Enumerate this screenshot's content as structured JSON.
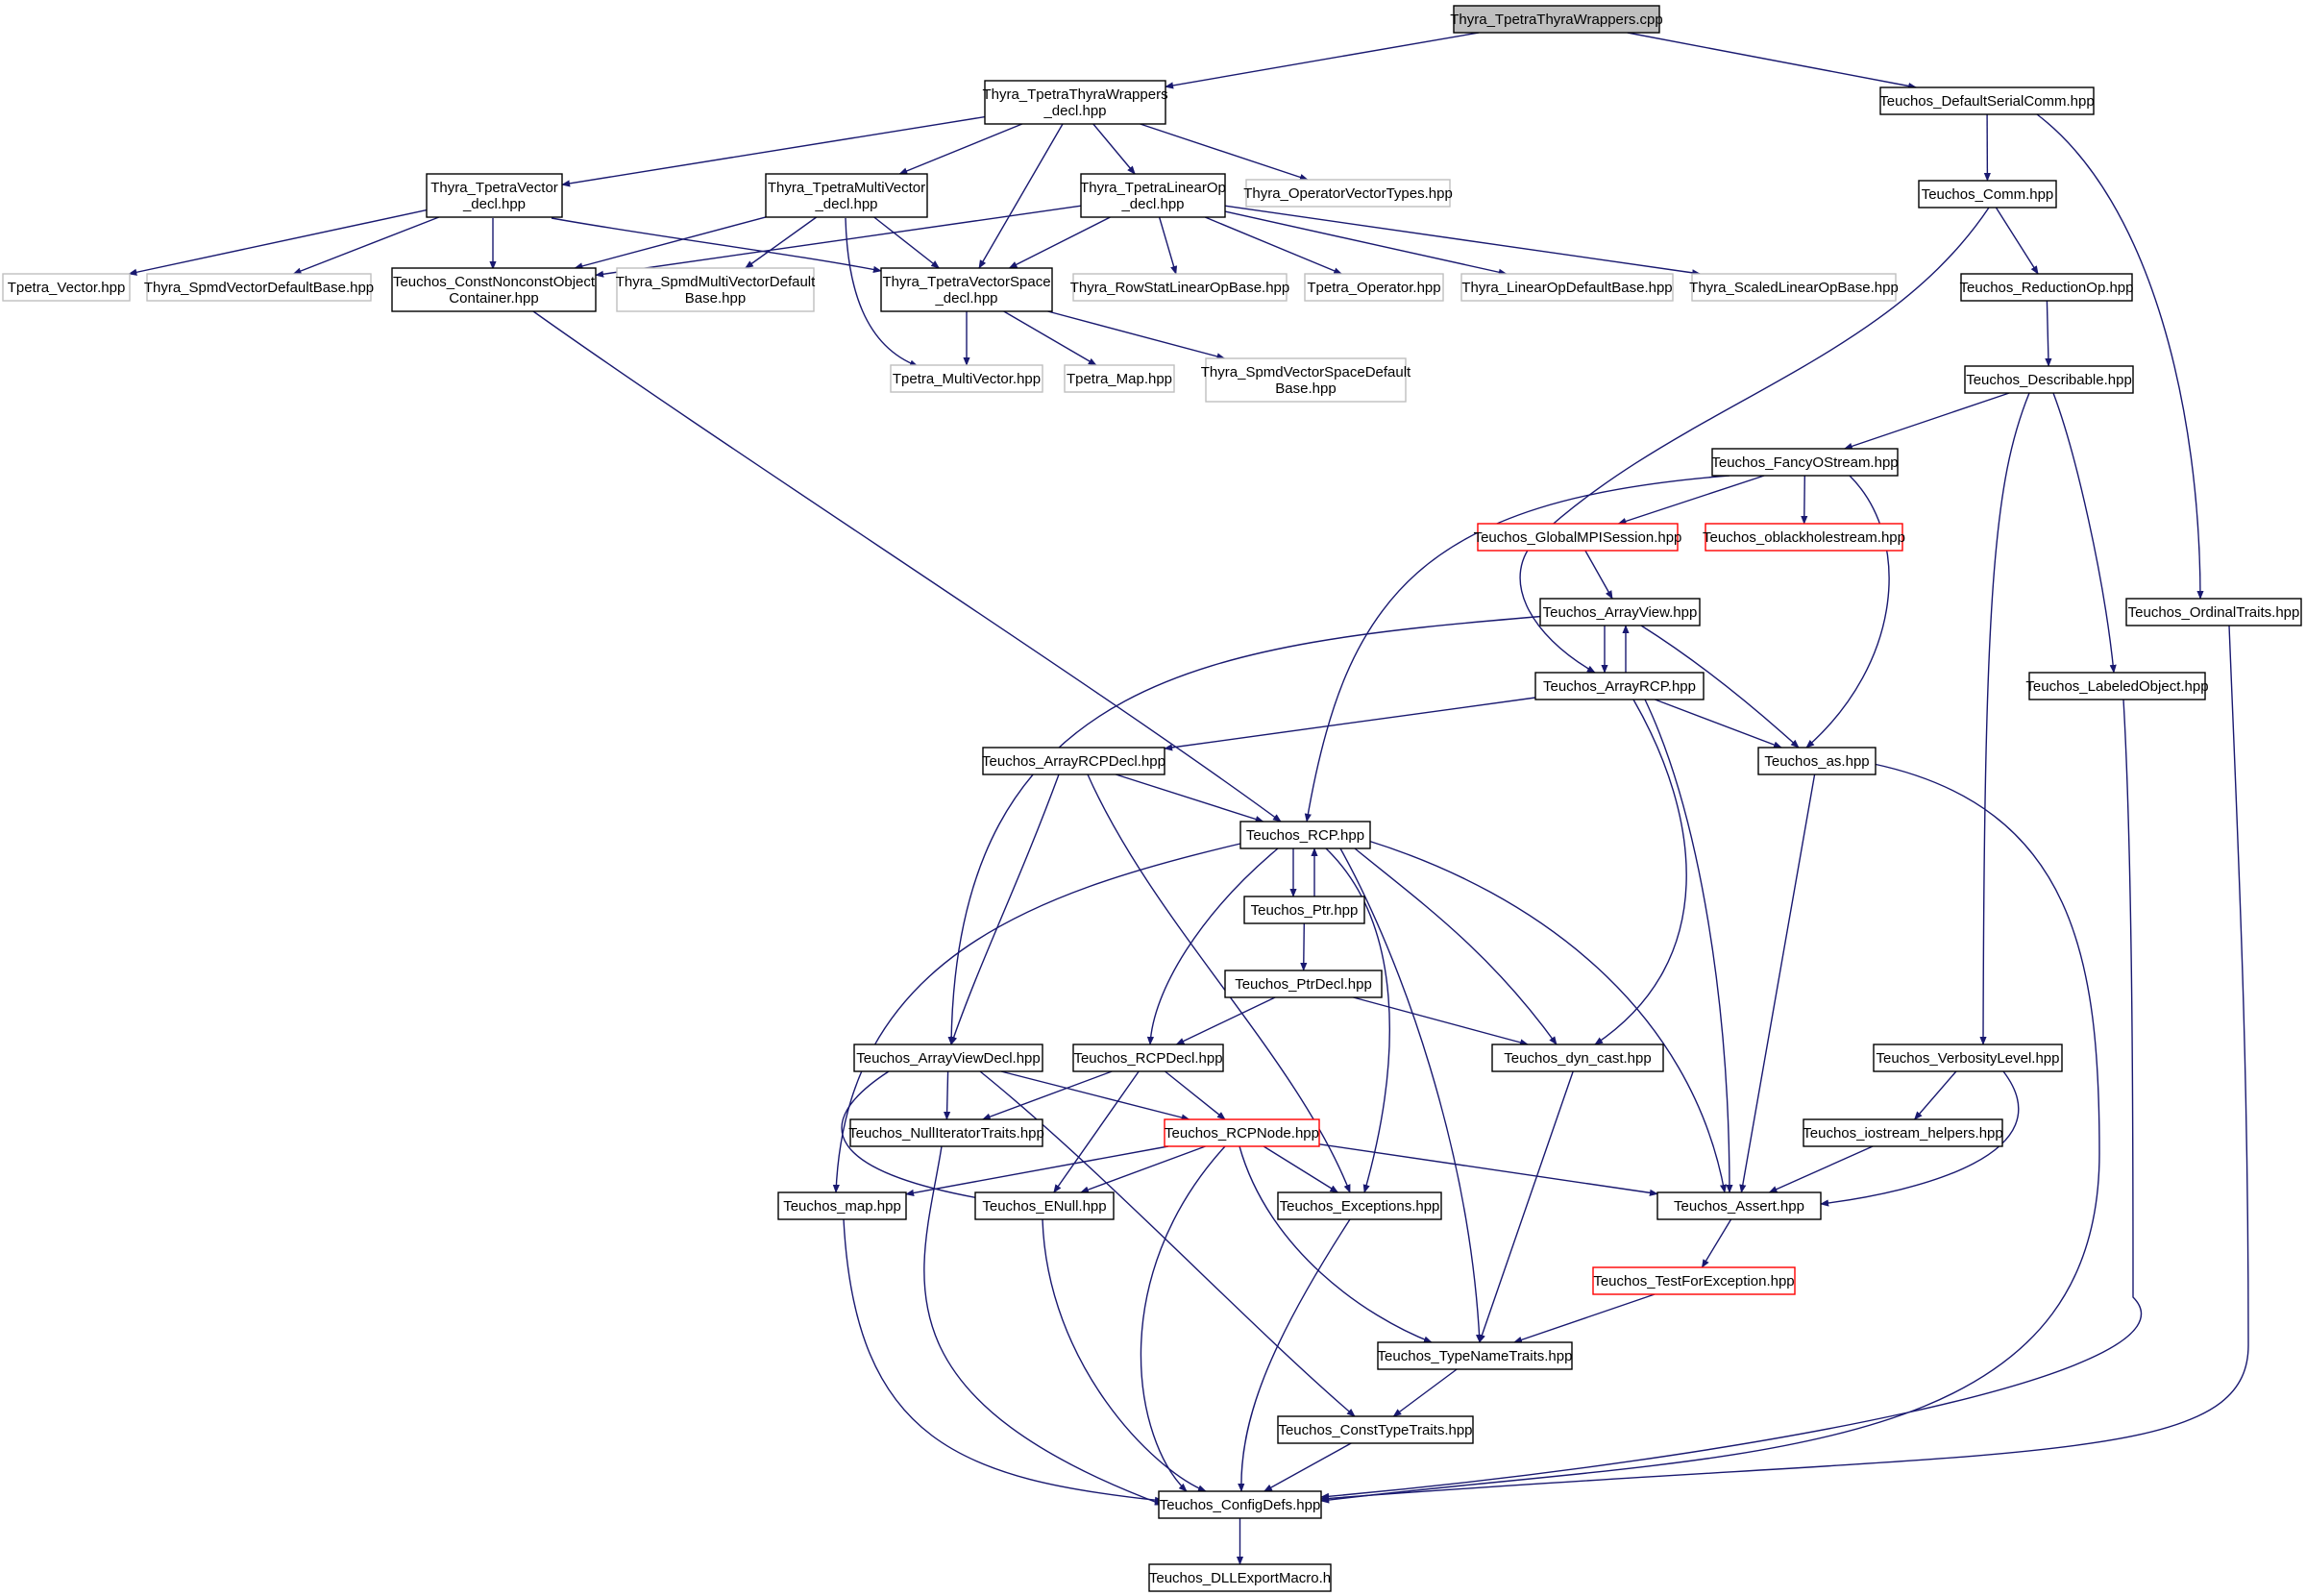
{
  "colors": {
    "edge": "#191970",
    "node_border": "#000000",
    "node_external_border": "#bfbfbf",
    "node_truncated_border": "#ff0000",
    "root_fill": "#bfbfbf",
    "node_fill": "#ffffff"
  },
  "nodes": {
    "root": {
      "lines": [
        "Thyra_TpetraThyraWrappers.cpp"
      ],
      "kind": "root"
    },
    "wrappers_decl": {
      "lines": [
        "Thyra_TpetraThyraWrappers",
        "_decl.hpp"
      ],
      "kind": "normal"
    },
    "default_serial_comm": {
      "lines": [
        "Teuchos_DefaultSerialComm.hpp"
      ],
      "kind": "normal"
    },
    "tpetra_vector_decl": {
      "lines": [
        "Thyra_TpetraVector",
        "_decl.hpp"
      ],
      "kind": "normal"
    },
    "tpetra_multivector_decl": {
      "lines": [
        "Thyra_TpetraMultiVector",
        "_decl.hpp"
      ],
      "kind": "normal"
    },
    "tpetra_linearop_decl": {
      "lines": [
        "Thyra_TpetraLinearOp",
        "_decl.hpp"
      ],
      "kind": "normal"
    },
    "operator_vector_types": {
      "lines": [
        "Thyra_OperatorVectorTypes.hpp"
      ],
      "kind": "external"
    },
    "comm": {
      "lines": [
        "Teuchos_Comm.hpp"
      ],
      "kind": "normal"
    },
    "tpetra_vector": {
      "lines": [
        "Tpetra_Vector.hpp"
      ],
      "kind": "external"
    },
    "spmd_vector_default_base": {
      "lines": [
        "Thyra_SpmdVectorDefaultBase.hpp"
      ],
      "kind": "external"
    },
    "const_nonconst_object_container": {
      "lines": [
        "Teuchos_ConstNonconstObject",
        "Container.hpp"
      ],
      "kind": "normal"
    },
    "spmd_multivector_default_base": {
      "lines": [
        "Thyra_SpmdMultiVectorDefault",
        "Base.hpp"
      ],
      "kind": "external"
    },
    "tpetra_vectorspace_decl": {
      "lines": [
        "Thyra_TpetraVectorSpace",
        "_decl.hpp"
      ],
      "kind": "normal"
    },
    "rowstat_linearop_base": {
      "lines": [
        "Thyra_RowStatLinearOpBase.hpp"
      ],
      "kind": "external"
    },
    "tpetra_operator": {
      "lines": [
        "Tpetra_Operator.hpp"
      ],
      "kind": "external"
    },
    "linearop_default_base": {
      "lines": [
        "Thyra_LinearOpDefaultBase.hpp"
      ],
      "kind": "external"
    },
    "scaled_linearop_base": {
      "lines": [
        "Thyra_ScaledLinearOpBase.hpp"
      ],
      "kind": "external"
    },
    "reduction_op": {
      "lines": [
        "Teuchos_ReductionOp.hpp"
      ],
      "kind": "normal"
    },
    "tpetra_multivector": {
      "lines": [
        "Tpetra_MultiVector.hpp"
      ],
      "kind": "external"
    },
    "tpetra_map": {
      "lines": [
        "Tpetra_Map.hpp"
      ],
      "kind": "external"
    },
    "spmd_vectorspace_default_base": {
      "lines": [
        "Thyra_SpmdVectorSpaceDefault",
        "Base.hpp"
      ],
      "kind": "external"
    },
    "describable": {
      "lines": [
        "Teuchos_Describable.hpp"
      ],
      "kind": "normal"
    },
    "fancy_ostream": {
      "lines": [
        "Teuchos_FancyOStream.hpp"
      ],
      "kind": "normal"
    },
    "global_mpi_session": {
      "lines": [
        "Teuchos_GlobalMPISession.hpp"
      ],
      "kind": "truncated"
    },
    "oblackholestream": {
      "lines": [
        "Teuchos_oblackholestream.hpp"
      ],
      "kind": "truncated"
    },
    "array_view": {
      "lines": [
        "Teuchos_ArrayView.hpp"
      ],
      "kind": "normal"
    },
    "ordinal_traits": {
      "lines": [
        "Teuchos_OrdinalTraits.hpp"
      ],
      "kind": "normal"
    },
    "array_rcp": {
      "lines": [
        "Teuchos_ArrayRCP.hpp"
      ],
      "kind": "normal"
    },
    "labeled_object": {
      "lines": [
        "Teuchos_LabeledObject.hpp"
      ],
      "kind": "normal"
    },
    "array_rcp_decl": {
      "lines": [
        "Teuchos_ArrayRCPDecl.hpp"
      ],
      "kind": "normal"
    },
    "as": {
      "lines": [
        "Teuchos_as.hpp"
      ],
      "kind": "normal"
    },
    "rcp": {
      "lines": [
        "Teuchos_RCP.hpp"
      ],
      "kind": "normal"
    },
    "ptr": {
      "lines": [
        "Teuchos_Ptr.hpp"
      ],
      "kind": "normal"
    },
    "ptr_decl": {
      "lines": [
        "Teuchos_PtrDecl.hpp"
      ],
      "kind": "normal"
    },
    "array_view_decl": {
      "lines": [
        "Teuchos_ArrayViewDecl.hpp"
      ],
      "kind": "normal"
    },
    "rcp_decl": {
      "lines": [
        "Teuchos_RCPDecl.hpp"
      ],
      "kind": "normal"
    },
    "dyn_cast": {
      "lines": [
        "Teuchos_dyn_cast.hpp"
      ],
      "kind": "normal"
    },
    "verbosity_level": {
      "lines": [
        "Teuchos_VerbosityLevel.hpp"
      ],
      "kind": "normal"
    },
    "null_iterator_traits": {
      "lines": [
        "Teuchos_NullIteratorTraits.hpp"
      ],
      "kind": "normal"
    },
    "rcp_node": {
      "lines": [
        "Teuchos_RCPNode.hpp"
      ],
      "kind": "truncated"
    },
    "iostream_helpers": {
      "lines": [
        "Teuchos_iostream_helpers.hpp"
      ],
      "kind": "normal"
    },
    "map": {
      "lines": [
        "Teuchos_map.hpp"
      ],
      "kind": "normal"
    },
    "enull": {
      "lines": [
        "Teuchos_ENull.hpp"
      ],
      "kind": "normal"
    },
    "exceptions": {
      "lines": [
        "Teuchos_Exceptions.hpp"
      ],
      "kind": "normal"
    },
    "assert": {
      "lines": [
        "Teuchos_Assert.hpp"
      ],
      "kind": "normal"
    },
    "test_for_exception": {
      "lines": [
        "Teuchos_TestForException.hpp"
      ],
      "kind": "truncated"
    },
    "type_name_traits": {
      "lines": [
        "Teuchos_TypeNameTraits.hpp"
      ],
      "kind": "normal"
    },
    "const_type_traits": {
      "lines": [
        "Teuchos_ConstTypeTraits.hpp"
      ],
      "kind": "normal"
    },
    "config_defs": {
      "lines": [
        "Teuchos_ConfigDefs.hpp"
      ],
      "kind": "normal"
    },
    "dll_export_macro": {
      "lines": [
        "Teuchos_DLLExportMacro.h"
      ],
      "kind": "normal"
    }
  },
  "edges": [
    [
      "root",
      "wrappers_decl"
    ],
    [
      "root",
      "default_serial_comm"
    ],
    [
      "wrappers_decl",
      "tpetra_vector_decl"
    ],
    [
      "wrappers_decl",
      "tpetra_multivector_decl"
    ],
    [
      "wrappers_decl",
      "tpetra_linearop_decl"
    ],
    [
      "wrappers_decl",
      "operator_vector_types"
    ],
    [
      "wrappers_decl",
      "tpetra_vectorspace_decl"
    ],
    [
      "default_serial_comm",
      "comm"
    ],
    [
      "default_serial_comm",
      "ordinal_traits"
    ],
    [
      "tpetra_vector_decl",
      "tpetra_vector"
    ],
    [
      "tpetra_vector_decl",
      "spmd_vector_default_base"
    ],
    [
      "tpetra_vector_decl",
      "const_nonconst_object_container"
    ],
    [
      "tpetra_vector_decl",
      "tpetra_vectorspace_decl"
    ],
    [
      "tpetra_multivector_decl",
      "const_nonconst_object_container"
    ],
    [
      "tpetra_multivector_decl",
      "spmd_multivector_default_base"
    ],
    [
      "tpetra_multivector_decl",
      "tpetra_vectorspace_decl"
    ],
    [
      "tpetra_multivector_decl",
      "tpetra_multivector"
    ],
    [
      "tpetra_linearop_decl",
      "const_nonconst_object_container"
    ],
    [
      "tpetra_linearop_decl",
      "tpetra_vectorspace_decl"
    ],
    [
      "tpetra_linearop_decl",
      "rowstat_linearop_base"
    ],
    [
      "tpetra_linearop_decl",
      "tpetra_operator"
    ],
    [
      "tpetra_linearop_decl",
      "linearop_default_base"
    ],
    [
      "tpetra_linearop_decl",
      "scaled_linearop_base"
    ],
    [
      "tpetra_vectorspace_decl",
      "tpetra_multivector"
    ],
    [
      "tpetra_vectorspace_decl",
      "tpetra_map"
    ],
    [
      "tpetra_vectorspace_decl",
      "spmd_vectorspace_default_base"
    ],
    [
      "const_nonconst_object_container",
      "rcp"
    ],
    [
      "comm",
      "reduction_op"
    ],
    [
      "comm",
      "array_rcp"
    ],
    [
      "reduction_op",
      "describable"
    ],
    [
      "describable",
      "fancy_ostream"
    ],
    [
      "describable",
      "verbosity_level"
    ],
    [
      "describable",
      "labeled_object"
    ],
    [
      "fancy_ostream",
      "global_mpi_session"
    ],
    [
      "fancy_ostream",
      "oblackholestream"
    ],
    [
      "fancy_ostream",
      "as"
    ],
    [
      "fancy_ostream",
      "rcp"
    ],
    [
      "global_mpi_session",
      "array_view"
    ],
    [
      "array_view",
      "array_rcp"
    ],
    [
      "array_view",
      "as"
    ],
    [
      "array_view",
      "array_view_decl"
    ],
    [
      "array_rcp",
      "array_view"
    ],
    [
      "array_rcp",
      "array_rcp_decl"
    ],
    [
      "array_rcp",
      "as"
    ],
    [
      "array_rcp",
      "dyn_cast"
    ],
    [
      "array_rcp",
      "assert"
    ],
    [
      "array_rcp_decl",
      "rcp"
    ],
    [
      "array_rcp_decl",
      "array_view_decl"
    ],
    [
      "array_rcp_decl",
      "exceptions"
    ],
    [
      "as",
      "assert"
    ],
    [
      "as",
      "config_defs"
    ],
    [
      "ordinal_traits",
      "config_defs"
    ],
    [
      "labeled_object",
      "config_defs"
    ],
    [
      "rcp",
      "ptr"
    ],
    [
      "rcp",
      "map"
    ],
    [
      "rcp",
      "rcp_decl"
    ],
    [
      "rcp",
      "exceptions"
    ],
    [
      "rcp",
      "type_name_traits"
    ],
    [
      "rcp",
      "dyn_cast"
    ],
    [
      "rcp",
      "assert"
    ],
    [
      "ptr",
      "rcp"
    ],
    [
      "ptr",
      "ptr_decl"
    ],
    [
      "ptr_decl",
      "rcp_decl"
    ],
    [
      "ptr_decl",
      "dyn_cast"
    ],
    [
      "array_view_decl",
      "null_iterator_traits"
    ],
    [
      "array_view_decl",
      "rcp_node"
    ],
    [
      "array_view_decl",
      "enull"
    ],
    [
      "array_view_decl",
      "const_type_traits"
    ],
    [
      "rcp_decl",
      "null_iterator_traits"
    ],
    [
      "rcp_decl",
      "rcp_node"
    ],
    [
      "rcp_decl",
      "enull"
    ],
    [
      "rcp_node",
      "map"
    ],
    [
      "rcp_node",
      "enull"
    ],
    [
      "rcp_node",
      "exceptions"
    ],
    [
      "rcp_node",
      "assert"
    ],
    [
      "rcp_node",
      "type_name_traits"
    ],
    [
      "rcp_node",
      "config_defs"
    ],
    [
      "dyn_cast",
      "type_name_traits"
    ],
    [
      "verbosity_level",
      "iostream_helpers"
    ],
    [
      "verbosity_level",
      "assert"
    ],
    [
      "iostream_helpers",
      "assert"
    ],
    [
      "assert",
      "test_for_exception"
    ],
    [
      "test_for_exception",
      "type_name_traits"
    ],
    [
      "type_name_traits",
      "const_type_traits"
    ],
    [
      "null_iterator_traits",
      "config_defs"
    ],
    [
      "map",
      "config_defs"
    ],
    [
      "enull",
      "config_defs"
    ],
    [
      "exceptions",
      "config_defs"
    ],
    [
      "const_type_traits",
      "config_defs"
    ],
    [
      "config_defs",
      "dll_export_macro"
    ]
  ]
}
